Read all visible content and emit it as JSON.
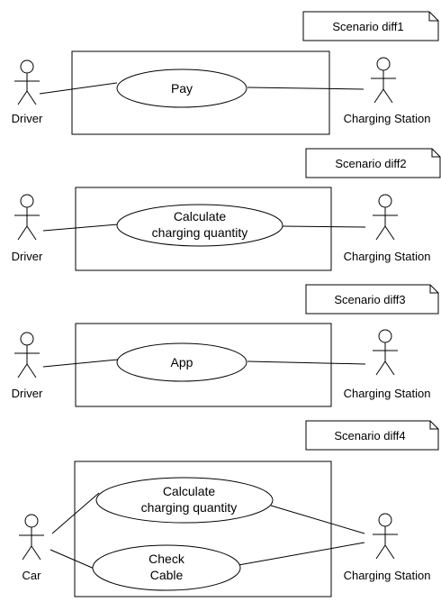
{
  "scenarios": [
    {
      "note": "Scenario diff1",
      "left_actor": "Driver",
      "right_actor": "Charging Station",
      "use_cases": [
        {
          "lines": [
            "Pay"
          ]
        }
      ]
    },
    {
      "note": "Scenario diff2",
      "left_actor": "Driver",
      "right_actor": "Charging Station",
      "use_cases": [
        {
          "lines": [
            "Calculate",
            "charging quantity"
          ]
        }
      ]
    },
    {
      "note": "Scenario diff3",
      "left_actor": "Driver",
      "right_actor": "Charging Station",
      "use_cases": [
        {
          "lines": [
            "App"
          ]
        }
      ]
    },
    {
      "note": "Scenario diff4",
      "left_actor": "Car",
      "right_actor": "Charging Station",
      "use_cases": [
        {
          "lines": [
            "Calculate",
            "charging quantity"
          ]
        },
        {
          "lines": [
            "Check",
            "Cable"
          ]
        }
      ]
    }
  ]
}
